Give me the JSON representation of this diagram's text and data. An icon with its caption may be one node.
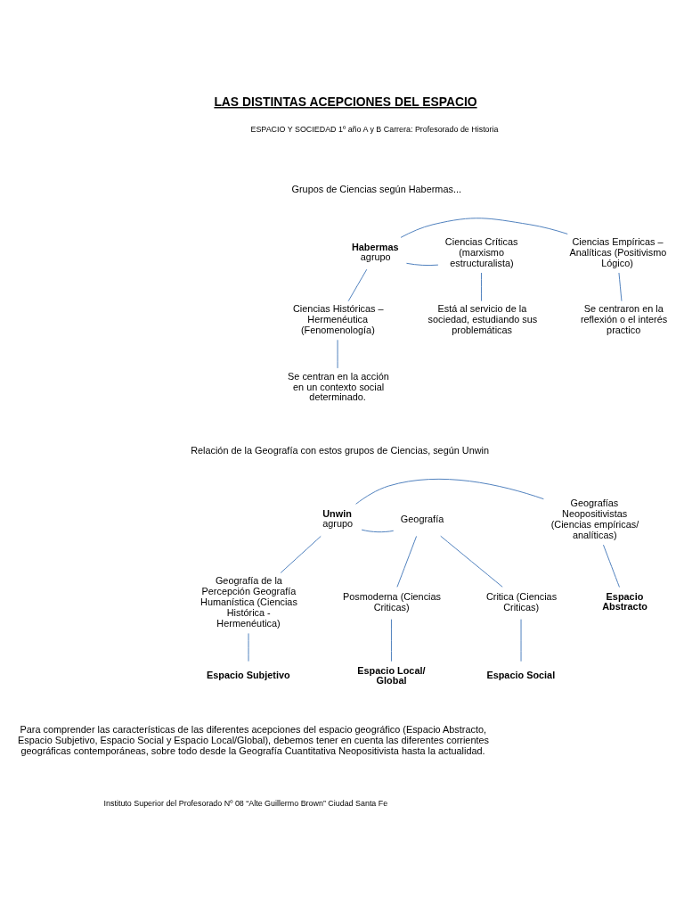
{
  "diagram": {
    "title": "LAS DISTINTAS ACEPCIONES DEL ESPACIO",
    "nodes": [
      {
        "text": [
          "Ciencias Empíricas – Analíticas (Positivismo Lógico)"
        ]
      },
      {
        "text": [
          "Habermas",
          "agrupo"
        ]
      },
      {
        "text": [
          "Ciencias Críticas (marxismo estructuralista)"
        ]
      },
      {
        "text": [
          "Se centraron en la reflexión o el interés practico"
        ]
      },
      {
        "text": [
          "Ciencias Históricas – Hermenéutica (Fenomenología)"
        ]
      },
      {
        "text": [
          "Está al servicio de la sociedad, estudiando sus problemáticas"
        ]
      },
      {
        "text": [
          "Se centran en la acción en un contexto social determinado."
        ]
      },
      {
        "text": [
          "Geografías Neopositivistas (Ciencias empíricas/ analíticas)"
        ]
      },
      {
        "text": [
          "Unwin",
          "agrupo"
        ]
      },
      {
        "text": [
          "Geografía"
        ]
      },
      {
        "text": [
          "Espacio Abstracto"
        ]
      },
      {
        "text": [
          "Geografía de la Percepción Geografía Humanística (Ciencias Histórica - Hermenéutica)"
        ]
      },
      {
        "text": [
          "Critica (Ciencias Criticas)"
        ]
      },
      {
        "text": [
          "Posmoderna (Ciencias Criticas)"
        ]
      },
      {
        "text": [
          "Espacio Subjetivo"
        ]
      },
      {
        "text": [
          "Espacio Social"
        ]
      },
      {
        "text": [
          "Espacio Local/ Global"
        ]
      }
    ],
    "edges": [
      {
        "from": 0,
        "to": 1,
        "arrow": "none"
      },
      {
        "from": 1,
        "to": 2,
        "arrow": "none"
      },
      {
        "from": 0,
        "to": 3,
        "arrow": "none"
      },
      {
        "from": 1,
        "to": 4,
        "arrow": "none"
      },
      {
        "from": 2,
        "to": 5,
        "arrow": "none"
      },
      {
        "from": 4,
        "to": 6,
        "arrow": "none"
      },
      {
        "from": 7,
        "to": 8,
        "arrow": "none"
      },
      {
        "from": 8,
        "to": 9,
        "arrow": "none"
      },
      {
        "from": 7,
        "to": 10,
        "arrow": "none"
      },
      {
        "from": 8,
        "to": 11,
        "arrow": "none"
      },
      {
        "from": 9,
        "to": 12,
        "arrow": "none"
      },
      {
        "from": 9,
        "to": 13,
        "arrow": "none"
      },
      {
        "from": 11,
        "to": 14,
        "arrow": "none"
      },
      {
        "from": 12,
        "to": 15,
        "arrow": "none"
      },
      {
        "from": 13,
        "to": 16,
        "arrow": "none"
      }
    ],
    "labels": [
      "ESPACIO Y SOCIEDAD 1º año A y B Carrera: Profesorado de Historia",
      "Grupos de Ciencias según Habermas...",
      "Relación de la Geografía con estos grupos de Ciencias, según Unwin",
      "Para comprender las características de las diferentes acepciones del espacio geográfico (Espacio Abstracto, Espacio Subjetivo, Espacio Social y Espacio Local/Global), debemos tener en cuenta las diferentes corrientes geográficas contemporáneas, sobre todo desde la Geografía Cuantitativa Neopositivista hasta la actualidad.",
      "Instituto Superior del Profesorado Nº 08 “Alte Guillermo Brown” Ciudad Santa Fe"
    ]
  }
}
